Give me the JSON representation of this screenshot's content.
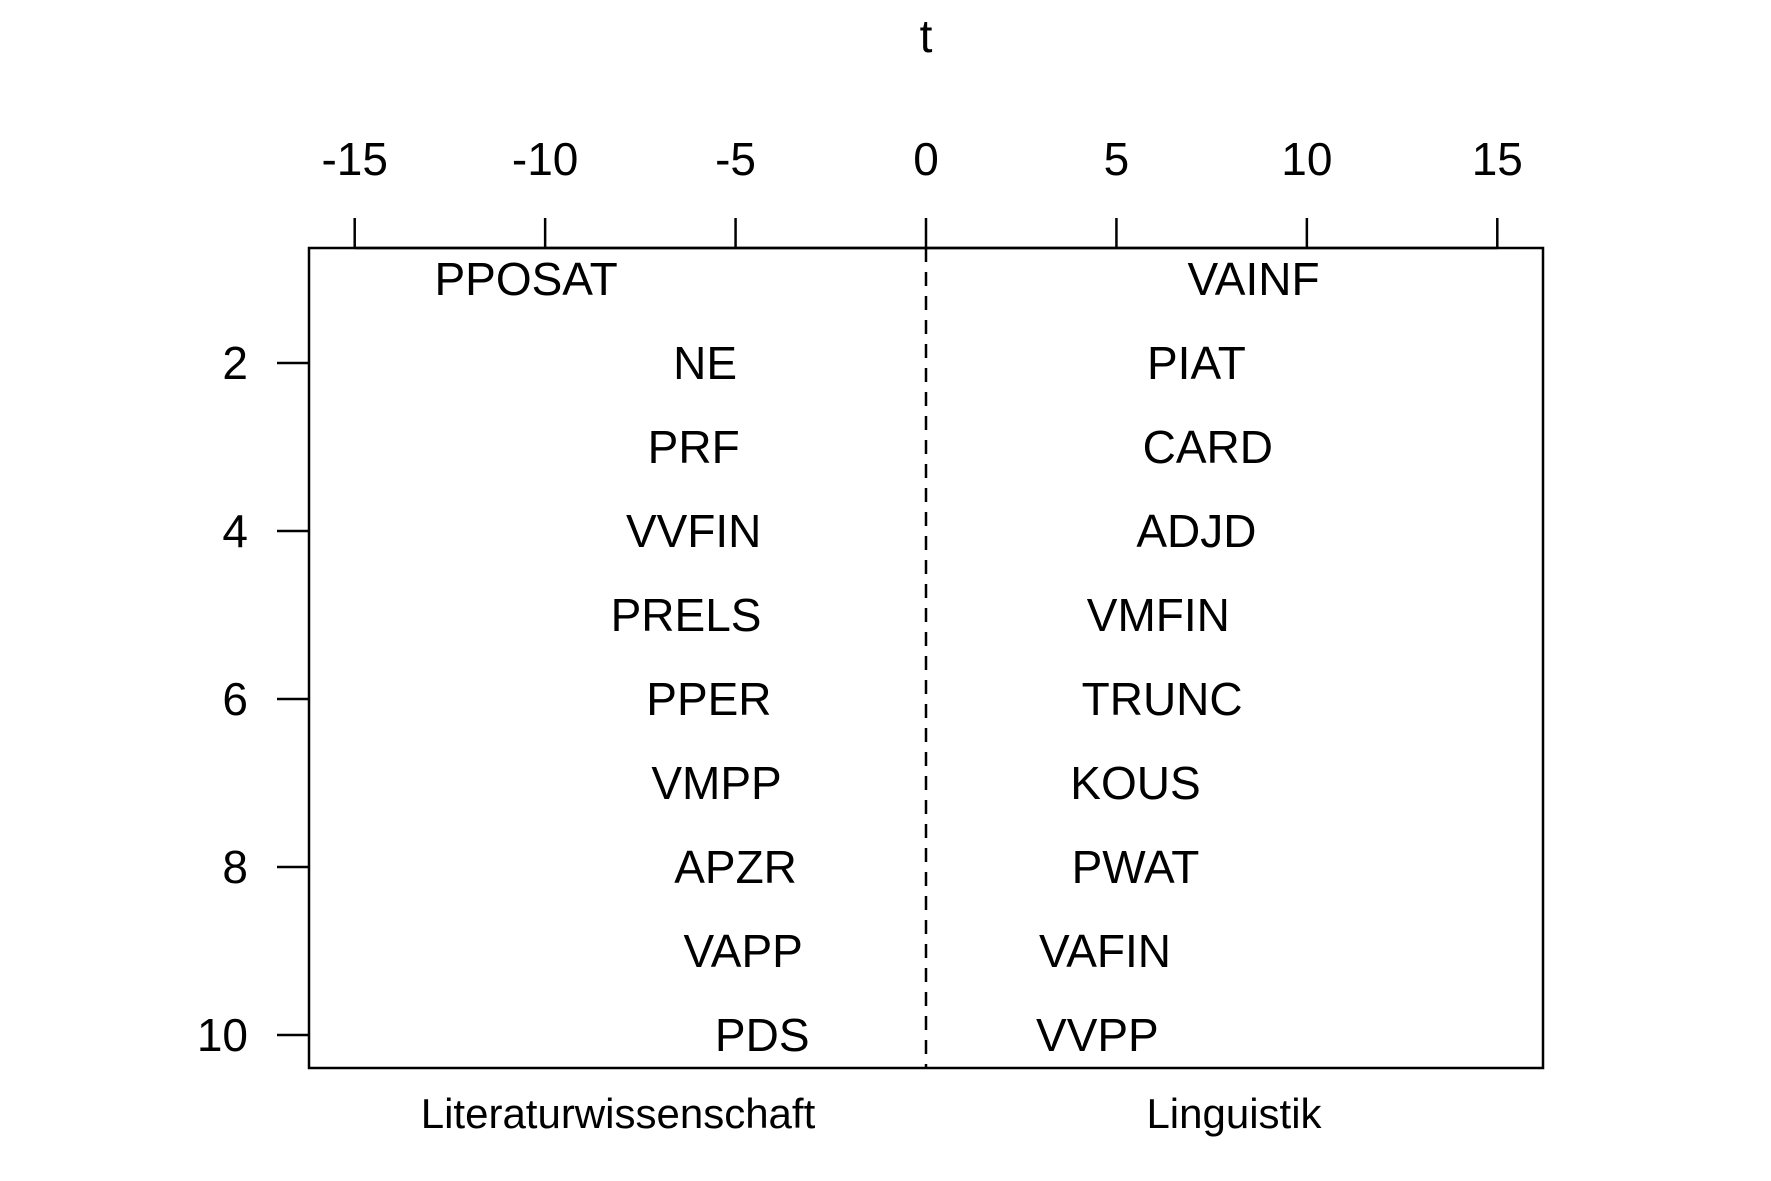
{
  "chart_data": {
    "type": "scatter",
    "title": "t",
    "x_ticks": [
      -15,
      -10,
      -5,
      0,
      5,
      10,
      15
    ],
    "y_ticks": [
      2,
      4,
      6,
      8,
      10
    ],
    "xlim": [
      -16.2,
      16.2
    ],
    "ylim": [
      1,
      10.5
    ],
    "reference_line": {
      "x": 0,
      "style": "dashed"
    },
    "group_labels": [
      "Literaturwissenschaft",
      "Linguistik"
    ],
    "series": [
      {
        "name": "Literaturwissenschaft",
        "points": [
          {
            "rank": 1,
            "label": "PPOSAT",
            "t": -10.5
          },
          {
            "rank": 2,
            "label": "NE",
            "t": -5.8
          },
          {
            "rank": 3,
            "label": "PRF",
            "t": -6.1
          },
          {
            "rank": 4,
            "label": "VVFIN",
            "t": -6.1
          },
          {
            "rank": 5,
            "label": "PRELS",
            "t": -6.3
          },
          {
            "rank": 6,
            "label": "PPER",
            "t": -5.7
          },
          {
            "rank": 7,
            "label": "VMPP",
            "t": -5.5
          },
          {
            "rank": 8,
            "label": "APZR",
            "t": -5.0
          },
          {
            "rank": 9,
            "label": "VAPP",
            "t": -4.8
          },
          {
            "rank": 10,
            "label": "PDS",
            "t": -4.3
          }
        ]
      },
      {
        "name": "Linguistik",
        "points": [
          {
            "rank": 1,
            "label": "VAINF",
            "t": 8.6
          },
          {
            "rank": 2,
            "label": "PIAT",
            "t": 7.1
          },
          {
            "rank": 3,
            "label": "CARD",
            "t": 7.4
          },
          {
            "rank": 4,
            "label": "ADJD",
            "t": 7.1
          },
          {
            "rank": 5,
            "label": "VMFIN",
            "t": 6.1
          },
          {
            "rank": 6,
            "label": "TRUNC",
            "t": 6.2
          },
          {
            "rank": 7,
            "label": "KOUS",
            "t": 5.5
          },
          {
            "rank": 8,
            "label": "PWAT",
            "t": 5.5
          },
          {
            "rank": 9,
            "label": "VAFIN",
            "t": 4.7
          },
          {
            "rank": 10,
            "label": "VVPP",
            "t": 4.5
          }
        ]
      }
    ]
  }
}
